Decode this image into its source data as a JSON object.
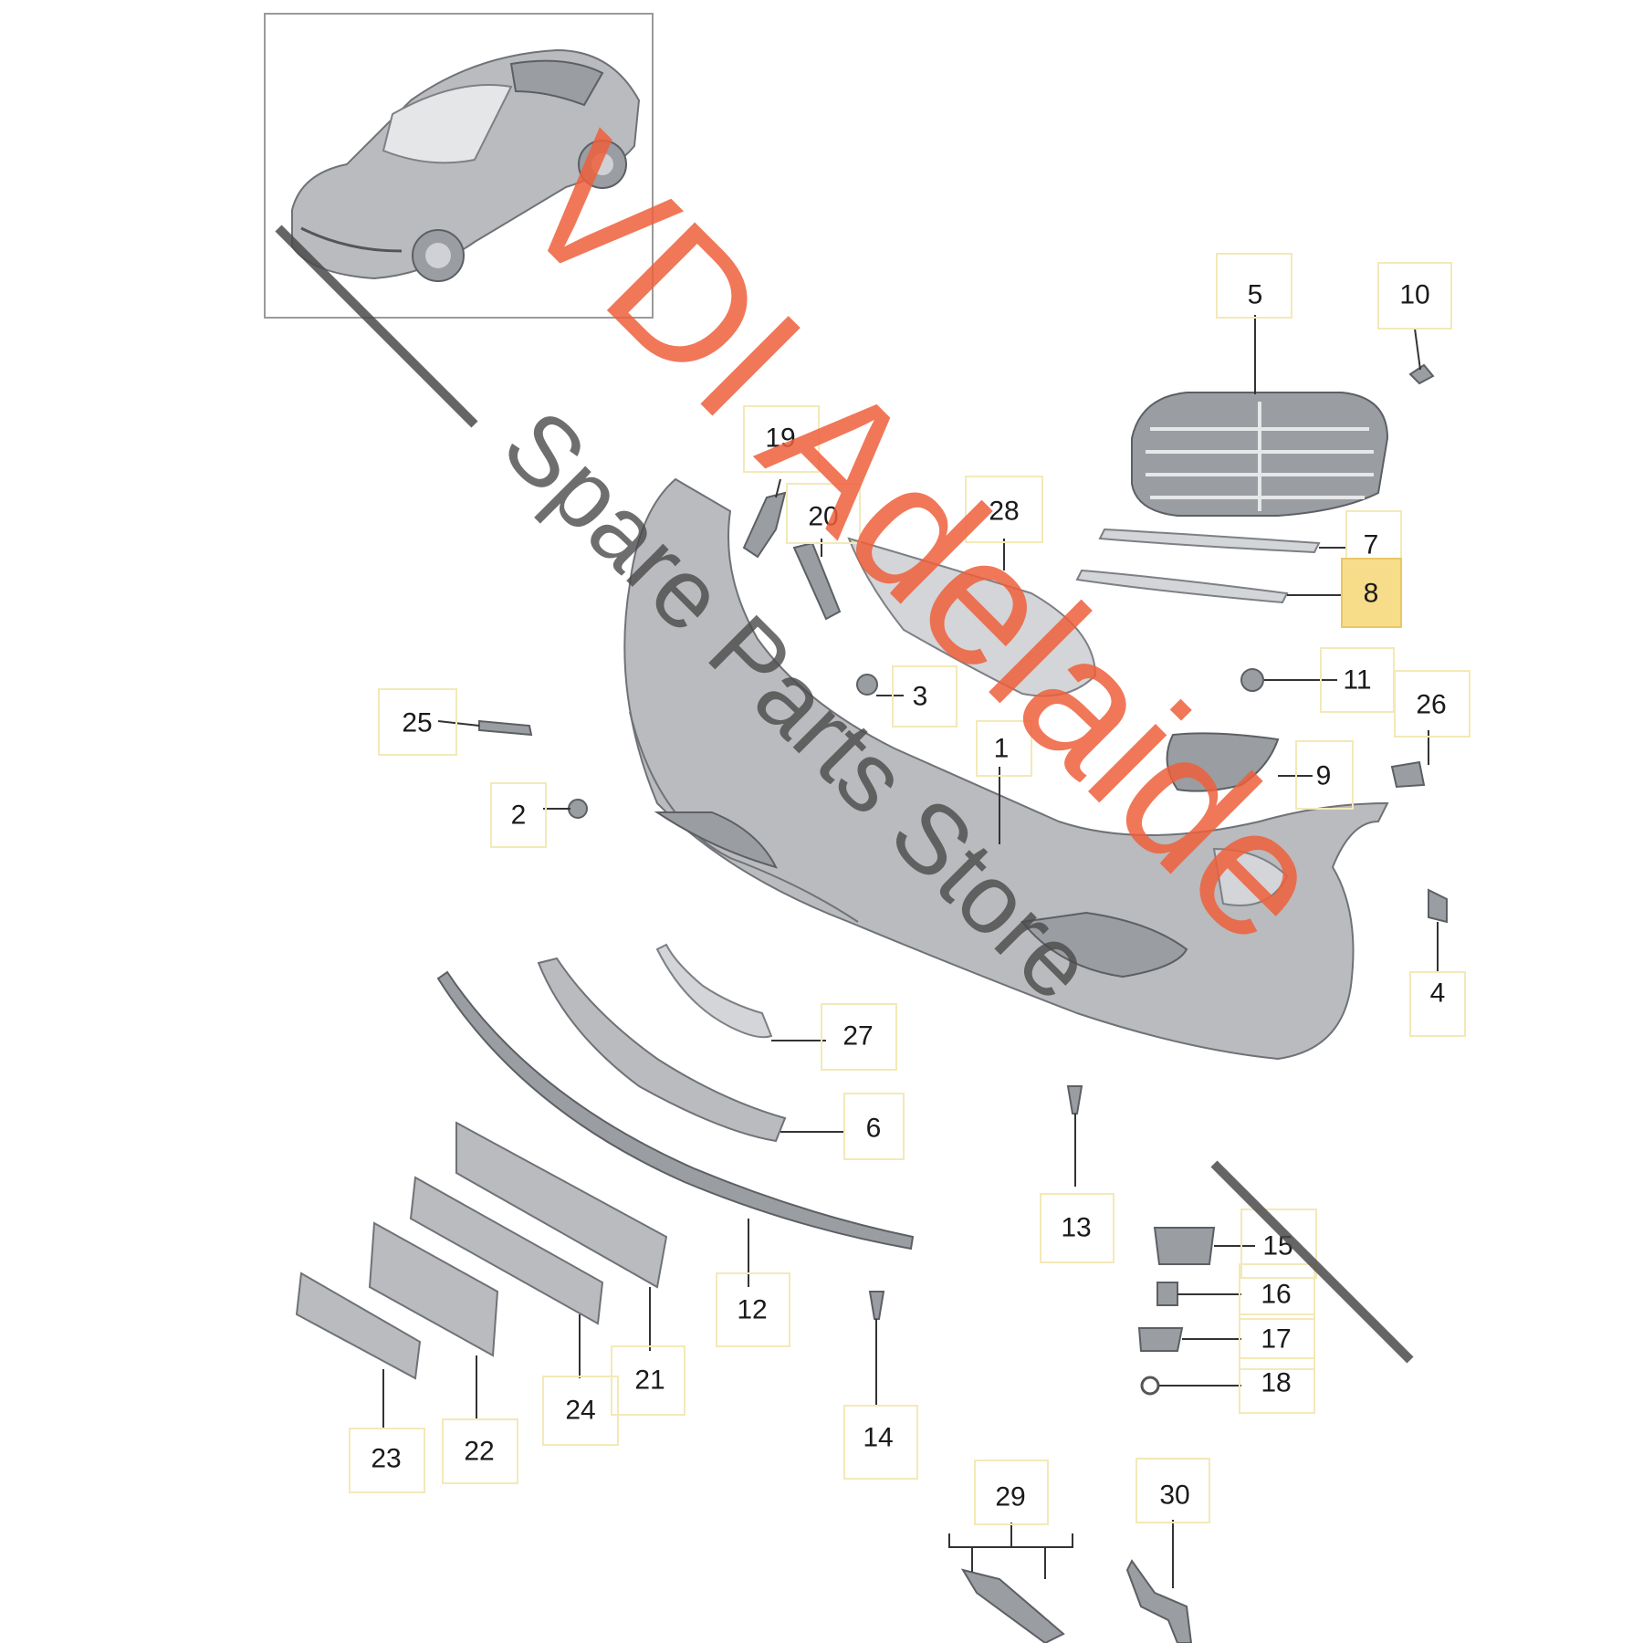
{
  "watermark": {
    "brand": "VDI Adelaide",
    "subtitle": "Spare Parts Store",
    "brand_color": "#ef5f3c",
    "subtitle_color": "#4a4a4a"
  },
  "highlight_color": "#f7dc8a",
  "callouts": [
    {
      "id": "c1",
      "label": "1"
    },
    {
      "id": "c2",
      "label": "2"
    },
    {
      "id": "c3",
      "label": "3"
    },
    {
      "id": "c4",
      "label": "4"
    },
    {
      "id": "c5",
      "label": "5"
    },
    {
      "id": "c6",
      "label": "6"
    },
    {
      "id": "c7",
      "label": "7"
    },
    {
      "id": "c8",
      "label": "8"
    },
    {
      "id": "c9",
      "label": "9"
    },
    {
      "id": "c10",
      "label": "10"
    },
    {
      "id": "c11",
      "label": "11"
    },
    {
      "id": "c12",
      "label": "12"
    },
    {
      "id": "c13",
      "label": "13"
    },
    {
      "id": "c14",
      "label": "14"
    },
    {
      "id": "c15",
      "label": "15"
    },
    {
      "id": "c16",
      "label": "16"
    },
    {
      "id": "c17",
      "label": "17"
    },
    {
      "id": "c18",
      "label": "18"
    },
    {
      "id": "c19",
      "label": "19"
    },
    {
      "id": "c20",
      "label": "20"
    },
    {
      "id": "c21",
      "label": "21"
    },
    {
      "id": "c22",
      "label": "22"
    },
    {
      "id": "c23",
      "label": "23"
    },
    {
      "id": "c24",
      "label": "24"
    },
    {
      "id": "c25",
      "label": "25"
    },
    {
      "id": "c26",
      "label": "26"
    },
    {
      "id": "c27",
      "label": "27"
    },
    {
      "id": "c28",
      "label": "28"
    },
    {
      "id": "c29",
      "label": "29"
    },
    {
      "id": "c30",
      "label": "30"
    }
  ],
  "highlighted_part": "8"
}
